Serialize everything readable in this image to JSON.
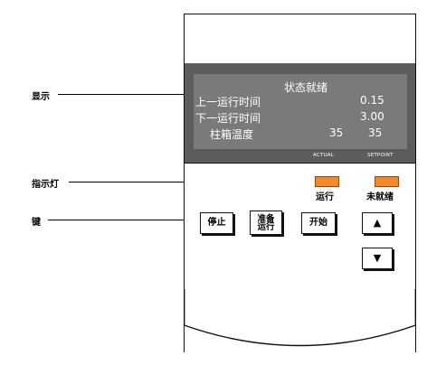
{
  "callouts": {
    "display": "显示",
    "indicators": "指示灯",
    "keys": "键"
  },
  "lcd": {
    "status": "状态就绪",
    "row1_label": "上一运行时间",
    "row1_value": "0.15",
    "row2_label": "下一运行时间",
    "row2_value": "3.00",
    "row3_label": "柱箱温度",
    "row3_actual": "35",
    "row3_setpoint": "35"
  },
  "captions": {
    "actual": "ACTUAL",
    "setpoint": "SETPOINT"
  },
  "leds": {
    "run": "运行",
    "not_ready": "未就绪"
  },
  "keys": {
    "stop": "停止",
    "prep_line1": "准备",
    "prep_line2": "运行",
    "start": "开始",
    "up": "▲",
    "down": "▼"
  },
  "colors": {
    "led": "#f08a2c",
    "lcd_bg": "#7a7a7a",
    "lcd_frame": "#5c5c5c"
  }
}
